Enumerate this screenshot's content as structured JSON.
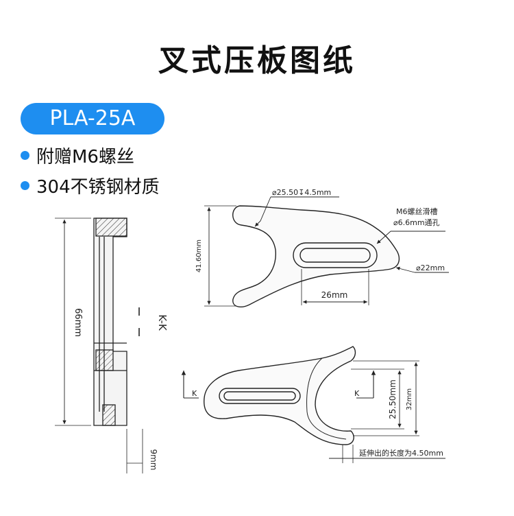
{
  "title": "叉式压板图纸",
  "model": "PLA-25A",
  "features": [
    "附赠M6螺丝",
    "304不锈钢材质"
  ],
  "side_view": {
    "section_label": "K-K",
    "height_dim": "66mm",
    "thickness_dim": "9mm"
  },
  "top_view": {
    "counterbore_dim": "⌀25.50↧4.5mm",
    "slot_note_line1": "M6螺丝滑槽",
    "slot_note_line2": "⌀6.6mm通孔",
    "height_dim": "41.60mm",
    "slot_length_dim": "26mm",
    "radius_dim": "⌀22mm"
  },
  "iso_view": {
    "section_marker_left": "K",
    "section_marker_right": "K",
    "dim_inner": "25.50mm",
    "dim_outer": "32mm",
    "extension_note": "延伸出的长度为4.50mm"
  }
}
